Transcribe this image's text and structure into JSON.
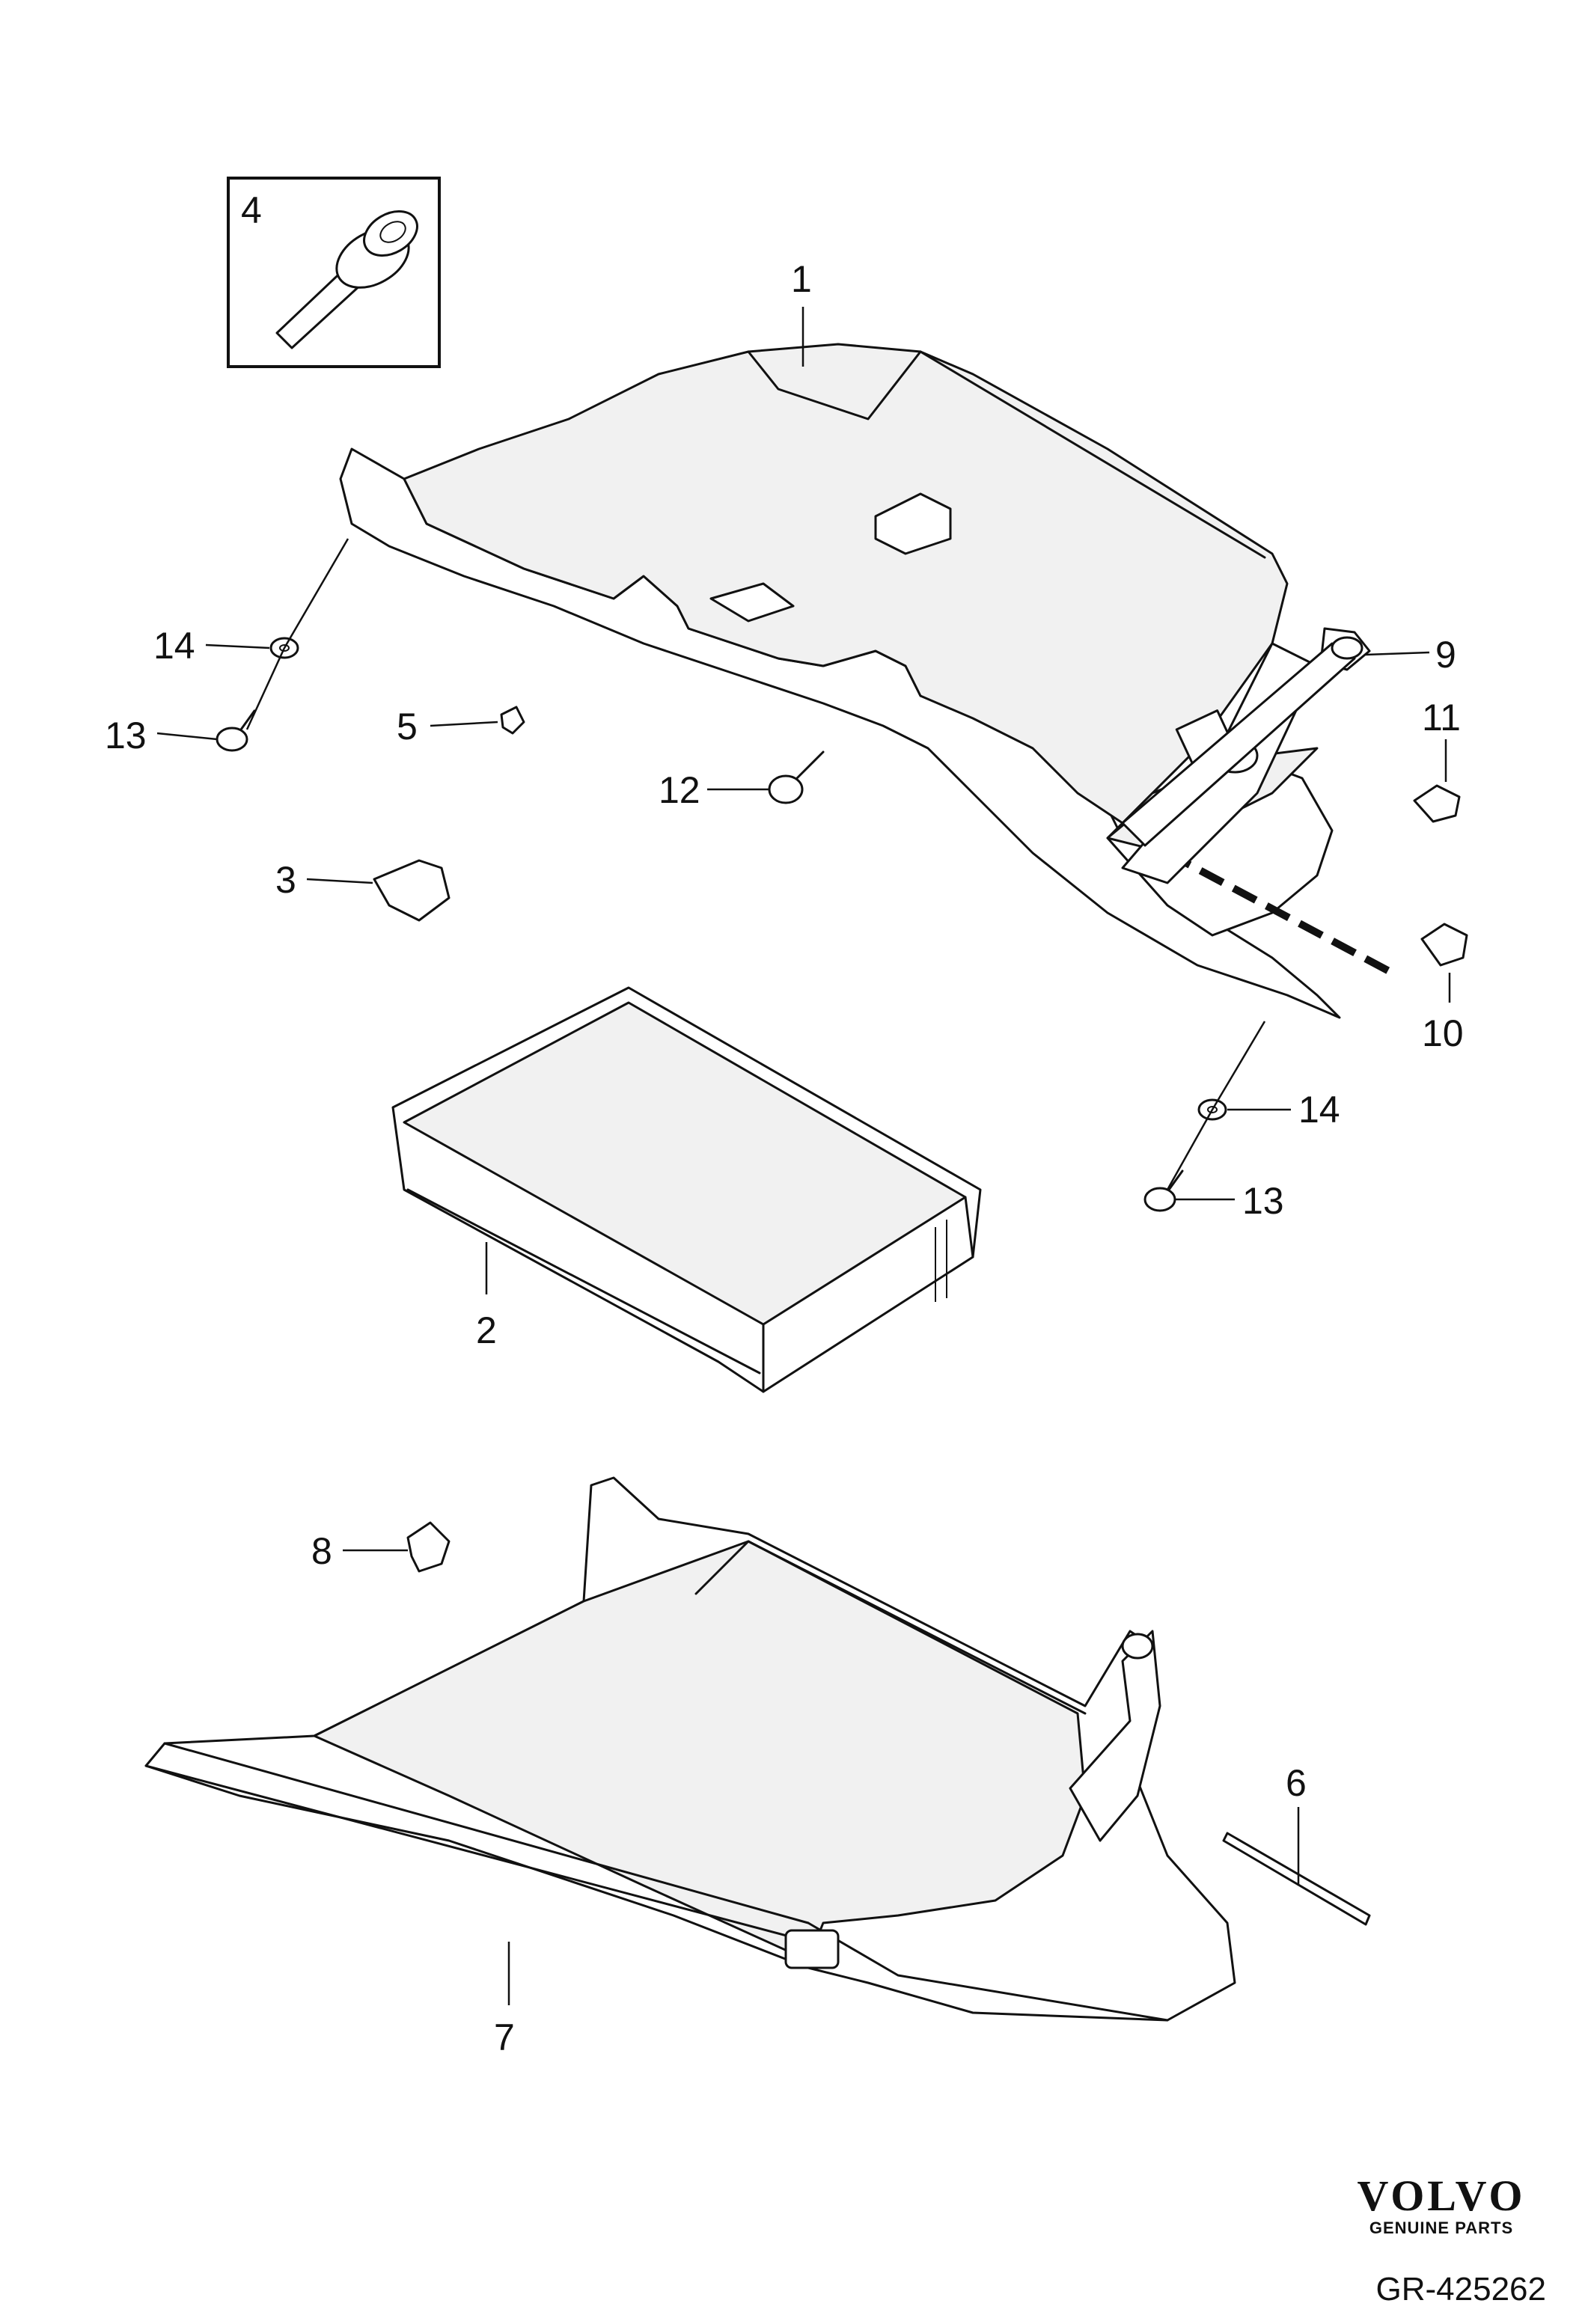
{
  "callouts": {
    "c1": "1",
    "c2": "2",
    "c3": "3",
    "c4": "4",
    "c5": "5",
    "c6": "6",
    "c7": "7",
    "c8": "8",
    "c9": "9",
    "c10": "10",
    "c11": "11",
    "c12": "12",
    "c13a": "13",
    "c13b": "13",
    "c14a": "14",
    "c14b": "14"
  },
  "logo": {
    "name": "VOLVO",
    "tagline": "GENUINE PARTS"
  },
  "reference": "GR-425262"
}
